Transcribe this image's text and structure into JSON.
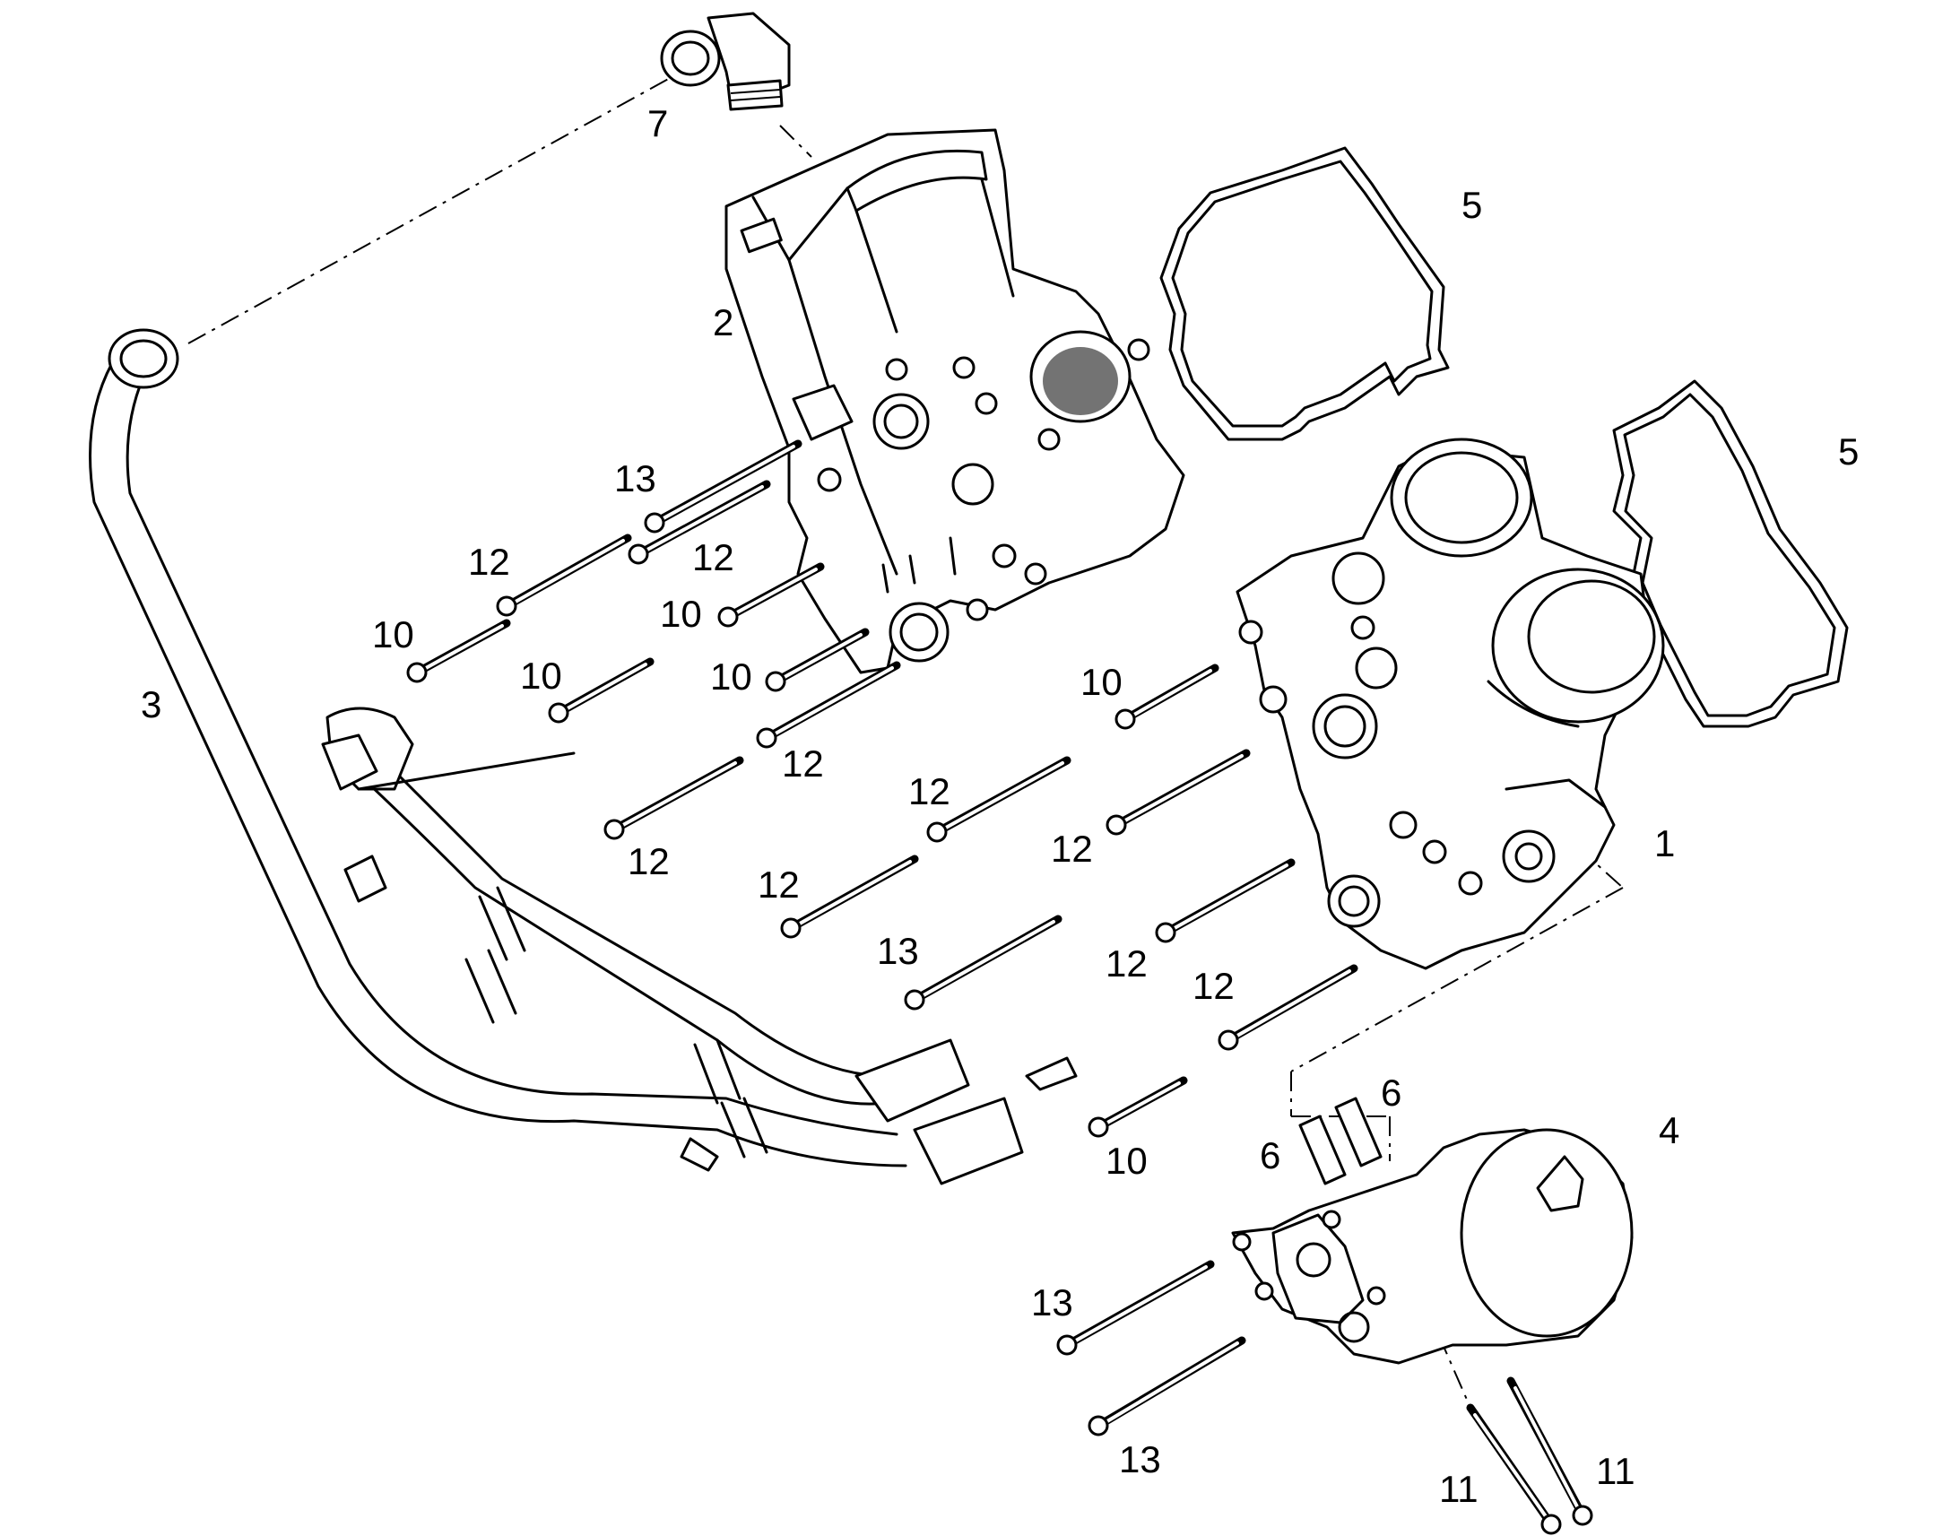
{
  "diagram": {
    "callouts": [
      {
        "id": "c7",
        "text": "7"
      },
      {
        "id": "c2",
        "text": "2"
      },
      {
        "id": "c5a",
        "text": "5"
      },
      {
        "id": "c5b",
        "text": "5"
      },
      {
        "id": "c3",
        "text": "3"
      },
      {
        "id": "c13a",
        "text": "13"
      },
      {
        "id": "c12a",
        "text": "12"
      },
      {
        "id": "c12b",
        "text": "12"
      },
      {
        "id": "c10a",
        "text": "10"
      },
      {
        "id": "c10b",
        "text": "10"
      },
      {
        "id": "c10c",
        "text": "10"
      },
      {
        "id": "c10d",
        "text": "10"
      },
      {
        "id": "c10e",
        "text": "10"
      },
      {
        "id": "c12c",
        "text": "12"
      },
      {
        "id": "c12d",
        "text": "12"
      },
      {
        "id": "c12e",
        "text": "12"
      },
      {
        "id": "c12f",
        "text": "12"
      },
      {
        "id": "c12g",
        "text": "12"
      },
      {
        "id": "c13b",
        "text": "13"
      },
      {
        "id": "c12h",
        "text": "12"
      },
      {
        "id": "c12i",
        "text": "12"
      },
      {
        "id": "c1",
        "text": "1"
      },
      {
        "id": "c6a",
        "text": "6"
      },
      {
        "id": "c6b",
        "text": "6"
      },
      {
        "id": "c4",
        "text": "4"
      },
      {
        "id": "c10f",
        "text": "10"
      },
      {
        "id": "c13c",
        "text": "13"
      },
      {
        "id": "c13d",
        "text": "13"
      },
      {
        "id": "c11a",
        "text": "11"
      },
      {
        "id": "c11b",
        "text": "11"
      }
    ]
  }
}
